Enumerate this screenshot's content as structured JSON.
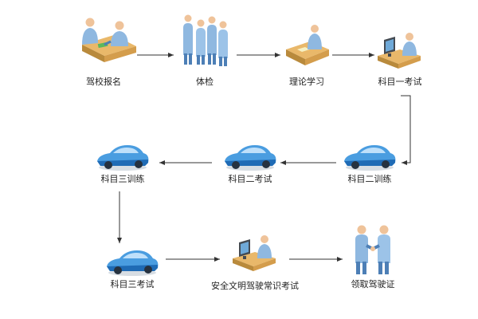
{
  "steps": [
    {
      "id": "s1",
      "label": "驾校报名",
      "icon": "signing-desk-icon"
    },
    {
      "id": "s2",
      "label": "体检",
      "icon": "people-queue-icon"
    },
    {
      "id": "s3",
      "label": "理论学习",
      "icon": "study-desk-icon"
    },
    {
      "id": "s4",
      "label": "科目一考试",
      "icon": "computer-exam-icon"
    },
    {
      "id": "s5",
      "label": "科目二训练",
      "icon": "car-icon"
    },
    {
      "id": "s6",
      "label": "科目二考试",
      "icon": "car-icon"
    },
    {
      "id": "s7",
      "label": "科目三训练",
      "icon": "car-icon"
    },
    {
      "id": "s8",
      "label": "科目三考试",
      "icon": "car-icon"
    },
    {
      "id": "s9",
      "label": "安全文明驾驶常识考试",
      "icon": "computer-exam-icon"
    },
    {
      "id": "s10",
      "label": "领取驾驶证",
      "icon": "handshake-icon"
    }
  ],
  "colors": {
    "person": "#8fb8e0",
    "person_dark": "#4d7fb6",
    "skin": "#efc39a",
    "desk": "#e9b86a",
    "desk_dark": "#b98a3c",
    "car": "#4a9de0",
    "car_dark": "#1f6bb5",
    "monitor": "#444a52",
    "arrow": "#333333"
  }
}
